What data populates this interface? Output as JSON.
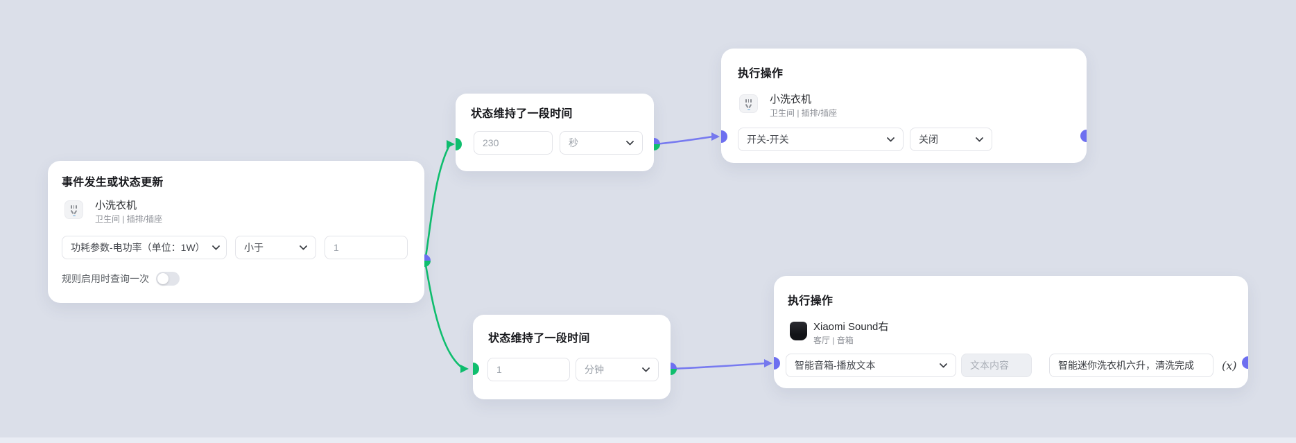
{
  "colors": {
    "canvas_bg": "#dbdfe9",
    "edge_green": "#0fbe6e",
    "edge_purple": "#777af0",
    "card_bg": "#ffffff"
  },
  "nodes": {
    "trigger": {
      "title": "事件发生或状态更新",
      "device": {
        "name": "小洗衣机",
        "location": "卫生间 | 插排/插座",
        "icon": "socket-icon"
      },
      "property_select": "功耗参数-电功率（单位：1W）",
      "operator_select": "小于",
      "value": "1",
      "query_once_label": "规则启用时查询一次",
      "query_once_state": "off"
    },
    "duration_top": {
      "title": "状态维持了一段时间",
      "value": "230",
      "unit_select": "秒"
    },
    "duration_bottom": {
      "title": "状态维持了一段时间",
      "value": "1",
      "unit_select": "分钟"
    },
    "action_top": {
      "title": "执行操作",
      "device": {
        "name": "小洗衣机",
        "location": "卫生间 | 插排/插座",
        "icon": "socket-icon"
      },
      "function_select": "开关-开关",
      "option_select": "关闭"
    },
    "action_bottom": {
      "title": "执行操作",
      "device": {
        "name": "Xiaomi Sound右",
        "location": "客厅 | 音箱",
        "icon": "speaker-icon"
      },
      "function_select": "智能音箱-播放文本",
      "text_placeholder": "文本内容",
      "text_value": "智能迷你洗衣机六升，清洗完成",
      "suffix": "(x)"
    }
  },
  "edges": [
    {
      "from": "trigger",
      "to": "duration_top",
      "color": "green"
    },
    {
      "from": "trigger",
      "to": "duration_bottom",
      "color": "green"
    },
    {
      "from": "duration_top",
      "to": "action_top",
      "color": "purple"
    },
    {
      "from": "duration_bottom",
      "to": "action_bottom",
      "color": "purple"
    }
  ]
}
